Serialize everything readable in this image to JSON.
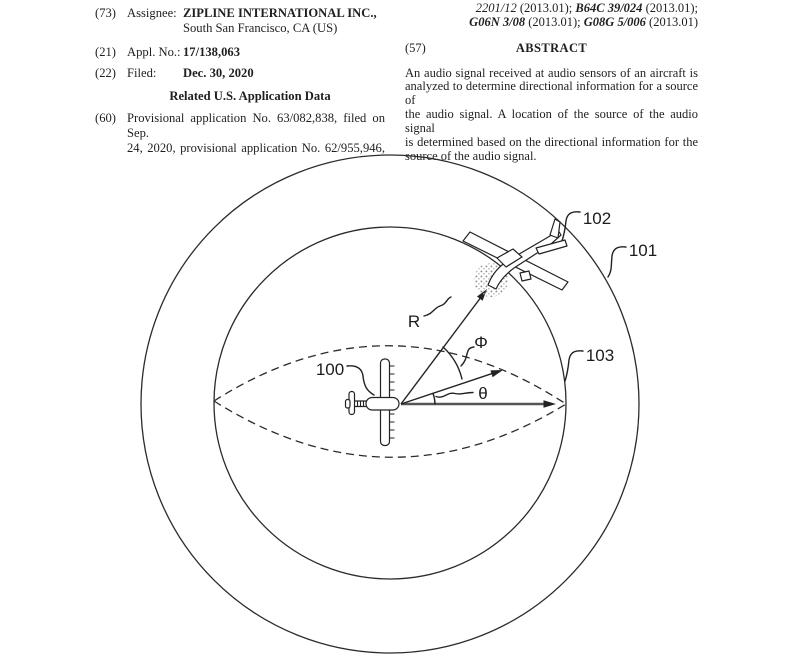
{
  "colors": {
    "ink": "#1f1f1f",
    "background": "#ffffff"
  },
  "patent": {
    "assignee": {
      "tag": "(73)",
      "label": "Assignee:",
      "name": "ZIPLINE INTERNATIONAL INC.,",
      "address": "South San Francisco, CA (US)"
    },
    "appl_no": {
      "tag": "(21)",
      "label": "Appl. No.:",
      "value": "17/138,063"
    },
    "filed": {
      "tag": "(22)",
      "label": "Filed:",
      "value": "Dec. 30, 2020"
    },
    "related_heading": "Related U.S. Application Data",
    "provisional": {
      "tag": "(60)",
      "lines": [
        "Provisional application No. 63/082,838, filed on Sep.",
        "24, 2020, provisional application No. 62/955,946,"
      ]
    },
    "classification": {
      "line1": {
        "seg1": "2201/12",
        "seg2": " (2013.01); ",
        "seg3": "B64C 39/024",
        "seg4": " (2013.01);"
      },
      "line2": {
        "seg1": "G06N 3/08",
        "seg2": " (2013.01); ",
        "seg3": "G08G 5/006",
        "seg4": " (2013.01)"
      }
    },
    "abstract": {
      "tag": "(57)",
      "heading": "ABSTRACT",
      "lines": [
        "An audio signal received at audio sensors of an aircraft is",
        "analyzed to determine directional information for a source of",
        "the audio signal. A location of the source of the audio signal",
        "is determined based on the directional information for the",
        "source of the audio signal."
      ]
    }
  },
  "figure": {
    "labels": {
      "n100": "100",
      "n101": "101",
      "n102": "102",
      "n103": "103",
      "r": "R",
      "phi": "Φ",
      "theta": "θ"
    }
  }
}
